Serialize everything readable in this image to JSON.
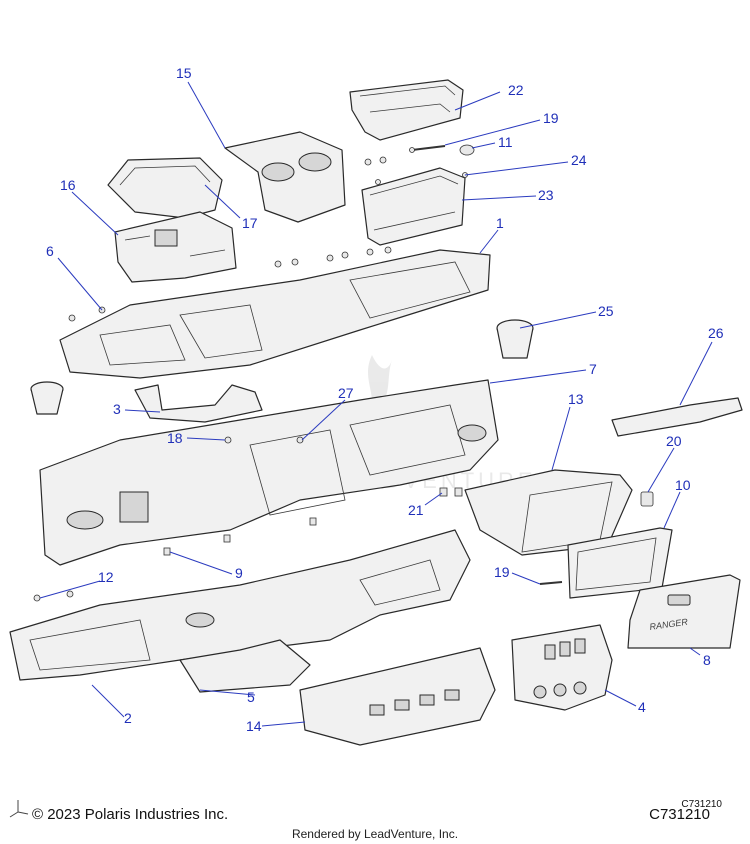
{
  "callouts": [
    {
      "id": "c15",
      "label": "15"
    },
    {
      "id": "c22",
      "label": "22"
    },
    {
      "id": "c19a",
      "label": "19"
    },
    {
      "id": "c11",
      "label": "11"
    },
    {
      "id": "c24",
      "label": "24"
    },
    {
      "id": "c23",
      "label": "23"
    },
    {
      "id": "c16",
      "label": "16"
    },
    {
      "id": "c17",
      "label": "17"
    },
    {
      "id": "c1",
      "label": "1"
    },
    {
      "id": "c6",
      "label": "6"
    },
    {
      "id": "c25",
      "label": "25"
    },
    {
      "id": "c26",
      "label": "26"
    },
    {
      "id": "c7",
      "label": "7"
    },
    {
      "id": "c3",
      "label": "3"
    },
    {
      "id": "c27",
      "label": "27"
    },
    {
      "id": "c13",
      "label": "13"
    },
    {
      "id": "c18",
      "label": "18"
    },
    {
      "id": "c20",
      "label": "20"
    },
    {
      "id": "c10",
      "label": "10"
    },
    {
      "id": "c21",
      "label": "21"
    },
    {
      "id": "c9",
      "label": "9"
    },
    {
      "id": "c12",
      "label": "12"
    },
    {
      "id": "c19b",
      "label": "19"
    },
    {
      "id": "c8",
      "label": "8"
    },
    {
      "id": "c2",
      "label": "2"
    },
    {
      "id": "c5",
      "label": "5"
    },
    {
      "id": "c4",
      "label": "4"
    },
    {
      "id": "c14",
      "label": "14"
    }
  ],
  "footer": {
    "copyright": "© 2023 Polaris Industries Inc.",
    "figure_code": "C731210",
    "figure_code_small": "C731210",
    "render_credit": "Rendered by LeadVenture, Inc."
  },
  "logos": {
    "glovebox_badge": "RANGER",
    "watermark": "LEADVENTURE"
  },
  "colors": {
    "callout": "#1f2fb8",
    "line": "#2a2a2a",
    "part_fill": "#f1f1f1"
  }
}
